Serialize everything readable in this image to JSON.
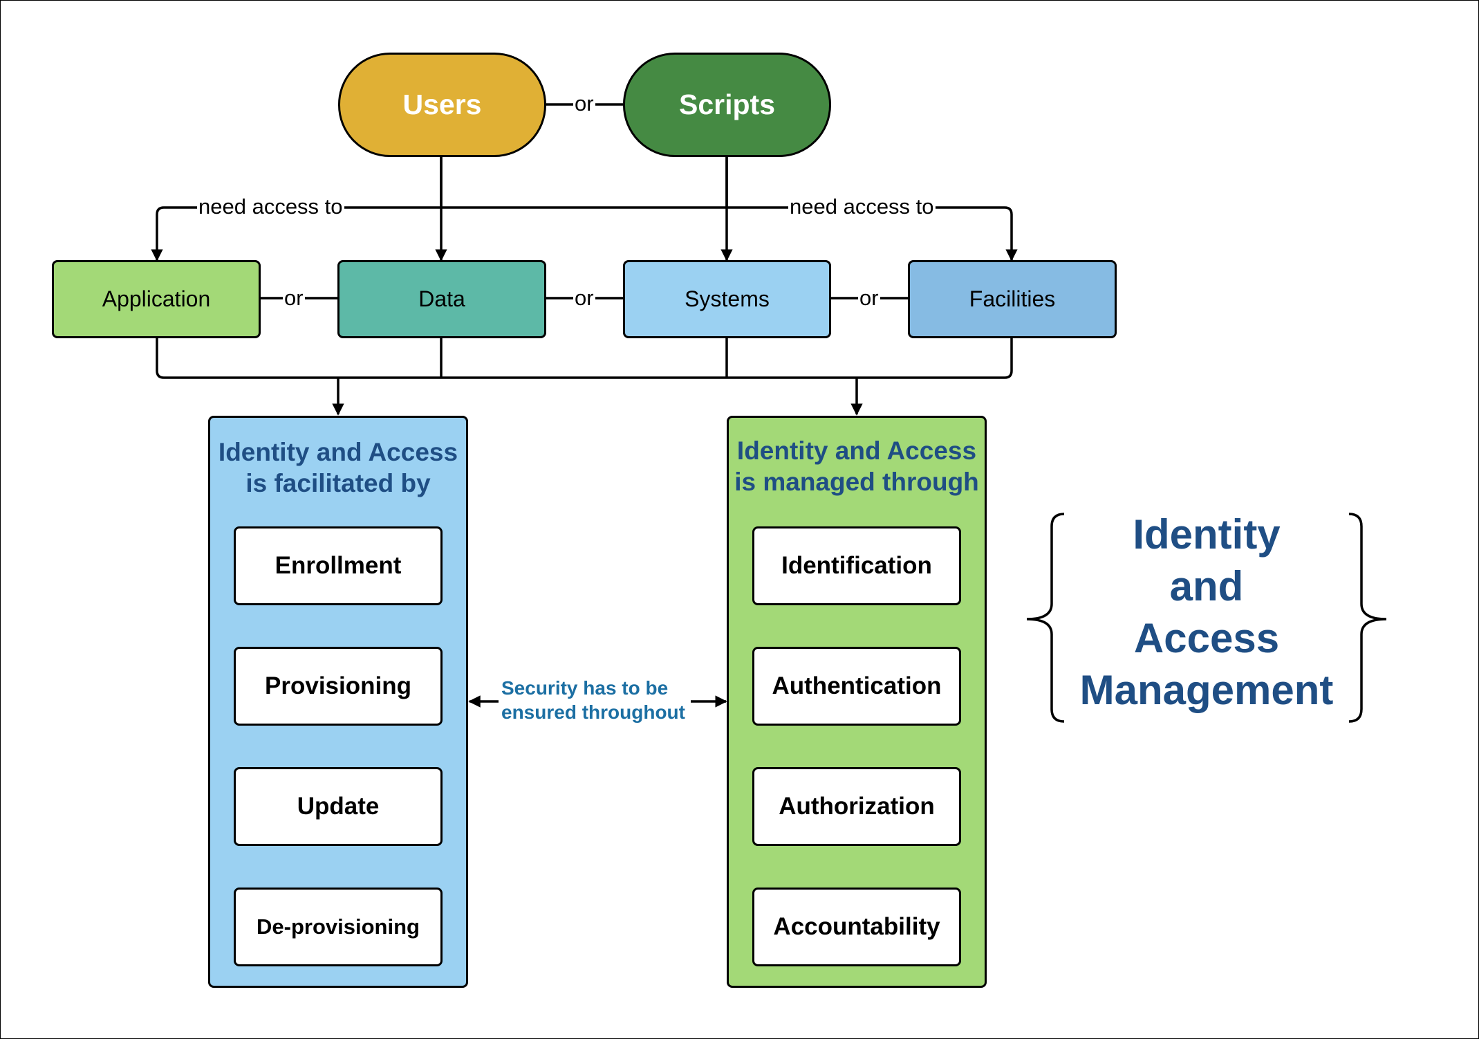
{
  "sources": {
    "users": "Users",
    "scripts": "Scripts",
    "or": "or"
  },
  "need_access_label": "need access to",
  "resources": {
    "application": "Application",
    "data": "Data",
    "systems": "Systems",
    "facilities": "Facilities",
    "or": "or"
  },
  "facilitated_panel": {
    "title_line1": "Identity and Access",
    "title_line2": "is facilitated by",
    "steps": [
      "Enrollment",
      "Provisioning",
      "Update",
      "De-provisioning"
    ]
  },
  "managed_panel": {
    "title_line1": "Identity and Access",
    "title_line2": "is managed through",
    "steps": [
      "Identification",
      "Authentication",
      "Authorization",
      "Accountability"
    ]
  },
  "security_note": {
    "line1": "Security has to be",
    "line2": "ensured throughout"
  },
  "main_title": {
    "line1": "Identity",
    "line2": "and",
    "line3": "Access",
    "line4": "Management"
  },
  "colors": {
    "users": "#e0b035",
    "scripts": "#458a43",
    "application": "#a3d977",
    "data": "#5db9a7",
    "systems": "#9bd1f2",
    "facilities": "#86bbe3",
    "facilitated_panel": "#9bd1f2",
    "managed_panel": "#a3d977",
    "title_blue": "#1f4e84",
    "note_blue": "#1c6fa3"
  }
}
